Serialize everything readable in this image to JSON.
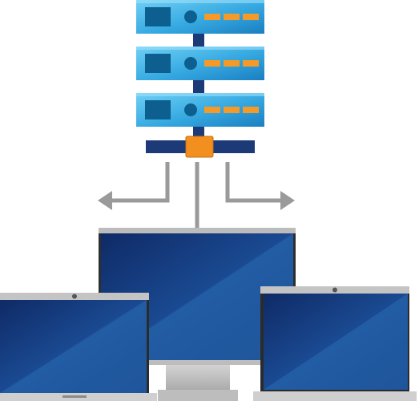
{
  "diagram": {
    "server_units": [
      {
        "name": "server-unit-1"
      },
      {
        "name": "server-unit-2"
      },
      {
        "name": "server-unit-3"
      }
    ],
    "server_unit_indicator_count": 3,
    "devices": [
      {
        "name": "center-desktop-monitor",
        "kind": "desktop"
      },
      {
        "name": "left-laptop",
        "kind": "laptop"
      },
      {
        "name": "right-laptop",
        "kind": "laptop"
      }
    ],
    "arrows": [
      {
        "name": "left-arrow",
        "direction": "left"
      },
      {
        "name": "center-arrow",
        "direction": "down"
      },
      {
        "name": "right-arrow",
        "direction": "right"
      }
    ],
    "colors": {
      "server_light": "#5ec4ee",
      "server_dark": "#1a8ccd",
      "server_panel": "#0d5f8f",
      "indicator": "#f59a28",
      "hub": "#f28f1e",
      "backbone": "#1d3a78",
      "arrow": "#9a9a9a",
      "screen_dark": "#132f6e",
      "screen_light": "#2466ad",
      "bezel": "#2b2b2b",
      "stand": "#c9c9c9"
    }
  }
}
